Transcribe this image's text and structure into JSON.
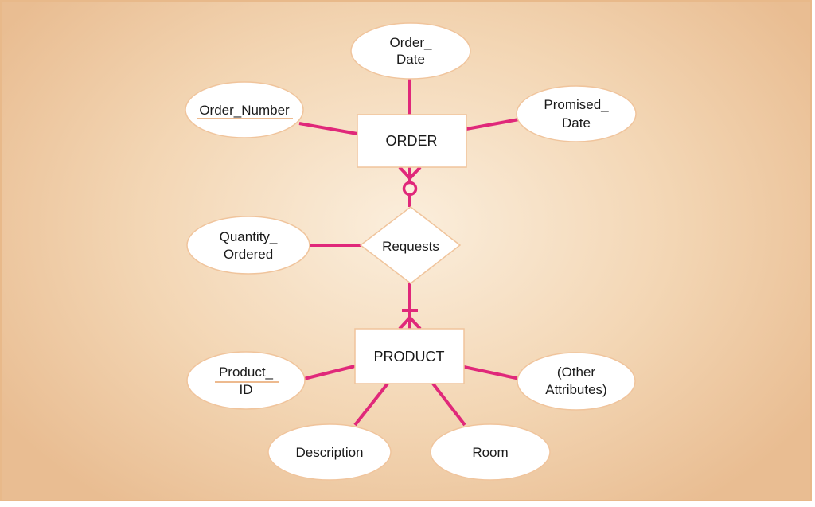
{
  "entities": {
    "order": "ORDER",
    "product": "PRODUCT"
  },
  "relationship": {
    "name": "Requests"
  },
  "attributes": {
    "order_date": [
      "Order_",
      "Date"
    ],
    "order_number": "Order_Number",
    "promised_date": [
      "Promised_",
      "Date"
    ],
    "quantity_ordered": [
      "Quantity_",
      "Ordered"
    ],
    "product_id": [
      "Product_",
      "ID"
    ],
    "other_attributes": [
      "(Other",
      "Attributes)"
    ],
    "description": "Description",
    "room": "Room"
  },
  "colors": {
    "connector": "#e0287a",
    "shape_border": "#f0c49c",
    "background": "#f3d6b4"
  }
}
